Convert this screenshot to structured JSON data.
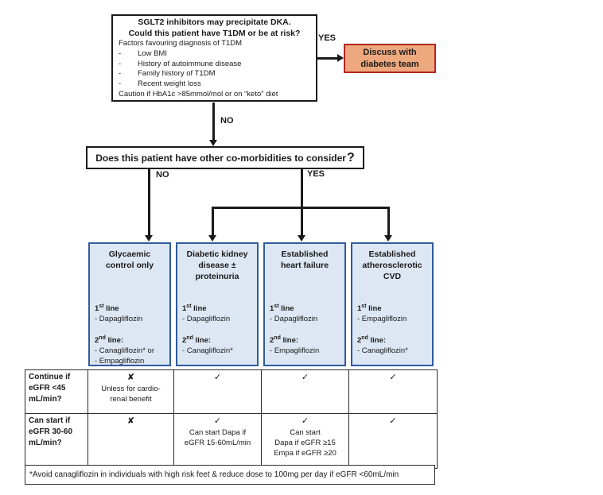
{
  "colors": {
    "line": "#1A1A1A",
    "discuss_fill": "#EDA87E",
    "discuss_border": "#B3261E",
    "pathway_fill": "#DCE7F3",
    "pathway_border": "#2F5B9D",
    "table_border": "#2B2B2B"
  },
  "top_box": {
    "title_line1": "SGLT2 inhibitors may precipitate DKA.",
    "title_line2": "Could this patient have T1DM or be at risk?",
    "intro": "Factors favouring diagnosis of T1DM",
    "bullet_dash": "-",
    "bullets": [
      "Low BMI",
      "History of autoimmune disease",
      "Family history of T1DM",
      "Recent weight loss"
    ],
    "caution": "Caution if HbA1c >85mmol/mol or on “keto” diet"
  },
  "labels": {
    "yes_top": "YES",
    "no_top": "NO",
    "no_branch": "NO",
    "yes_branch": "YES"
  },
  "discuss_box": {
    "text": "Discuss with\ndiabetes team"
  },
  "question_box": {
    "text": "Does this patient have other co-morbidities to consider",
    "qmark": "?"
  },
  "pathway_boxes": [
    {
      "title": "Glycaemic\ncontrol only",
      "l1": {
        "n": "1",
        "sup": "st",
        "rest": " line"
      },
      "items1": "- Dapagliflozin",
      "l2": {
        "n": "2",
        "sup": "nd",
        "rest": " line:"
      },
      "items2": "- Canagliflozin* or\n- Empagliflozin"
    },
    {
      "title": "Diabetic kidney\ndisease ±\nproteinuria",
      "l1": {
        "n": "1",
        "sup": "st",
        "rest": " line"
      },
      "items1": "- Dapagliflozin",
      "l2": {
        "n": "2",
        "sup": "nd",
        "rest": " line:"
      },
      "items2": "- Canagliflozin*"
    },
    {
      "title": "Established\nheart failure",
      "l1": {
        "n": "1",
        "sup": "st",
        "rest": " line"
      },
      "items1": "- Dapagliflozin",
      "l2": {
        "n": "2",
        "sup": "nd",
        "rest": " line:"
      },
      "items2": "- Empagliflozin"
    },
    {
      "title": "Established\natherosclerotic\nCVD",
      "l1": {
        "n": "1",
        "sup": "st",
        "rest": " line"
      },
      "items1": "- Empagliflozin",
      "l2": {
        "n": "2",
        "sup": "nd",
        "rest": " line:"
      },
      "items2": "- Canagliflozin*"
    }
  ],
  "table": {
    "rows": [
      {
        "header": "Continue if\neGFR <45\nmL/min?",
        "cells": [
          {
            "mark": "✘",
            "note": "Unless for cardio-\nrenal benefit"
          },
          {
            "mark": "✓",
            "note": ""
          },
          {
            "mark": "✓",
            "note": ""
          },
          {
            "mark": "✓",
            "note": ""
          }
        ]
      },
      {
        "header": "Can start if\neGFR 30-60\nmL/min?",
        "cells": [
          {
            "mark": "✘",
            "note": ""
          },
          {
            "mark": "✓",
            "note": "Can start Dapa if\neGFR 15-60mL/min"
          },
          {
            "mark": "✓",
            "note": "Can start\nDapa if eGFR ≥15\nEmpa if eGFR ≥20"
          },
          {
            "mark": "✓",
            "note": ""
          }
        ]
      }
    ],
    "footnote": "*Avoid canagliflozin in individuals with high risk feet & reduce dose to 100mg per day if eGFR <60mL/min"
  }
}
